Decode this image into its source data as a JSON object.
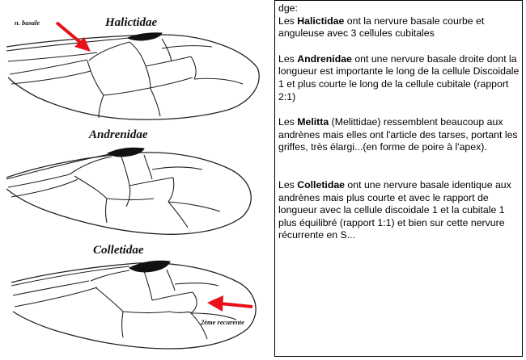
{
  "figure": {
    "wings": [
      {
        "title": "Halictidae"
      },
      {
        "title": "Andrenidae"
      },
      {
        "title": "Colletidae"
      }
    ],
    "label_basale": "n. basale",
    "label_recurrente": "2ème recurente",
    "colors": {
      "arrow": "#e8101a",
      "ink": "#222222"
    }
  },
  "text": {
    "intro": "dge:",
    "paragraphs": [
      {
        "pre": "Les ",
        "bold": "Halictidae",
        "post": " ont la nervure basale courbe et anguleuse avec 3 cellules cubitales"
      },
      {
        "pre": "Les ",
        "bold": "Andrenidae",
        "post": " ont une nervure basale droite dont la longueur est importante le long de la cellule Discoidale 1 et plus courte le long de la cellule cubitale (rapport 2:1)"
      },
      {
        "pre": "Les ",
        "bold": "Melitta",
        "post": " (Melittidae) ressemblent beaucoup aux andrènes mais elles ont l'article des tarses, portant les griffes, très élargi...(en forme de poire à l'apex)."
      },
      {
        "pre": "Les ",
        "bold": "Colletidae",
        "post": " ont une nervure basale identique aux andrènes mais plus courte et avec le rapport de longueur avec la cellule discoidale 1 et la cubitale 1 plus équilibré (rapport 1:1) et bien sur cette nervure récurrente en S..."
      }
    ]
  }
}
